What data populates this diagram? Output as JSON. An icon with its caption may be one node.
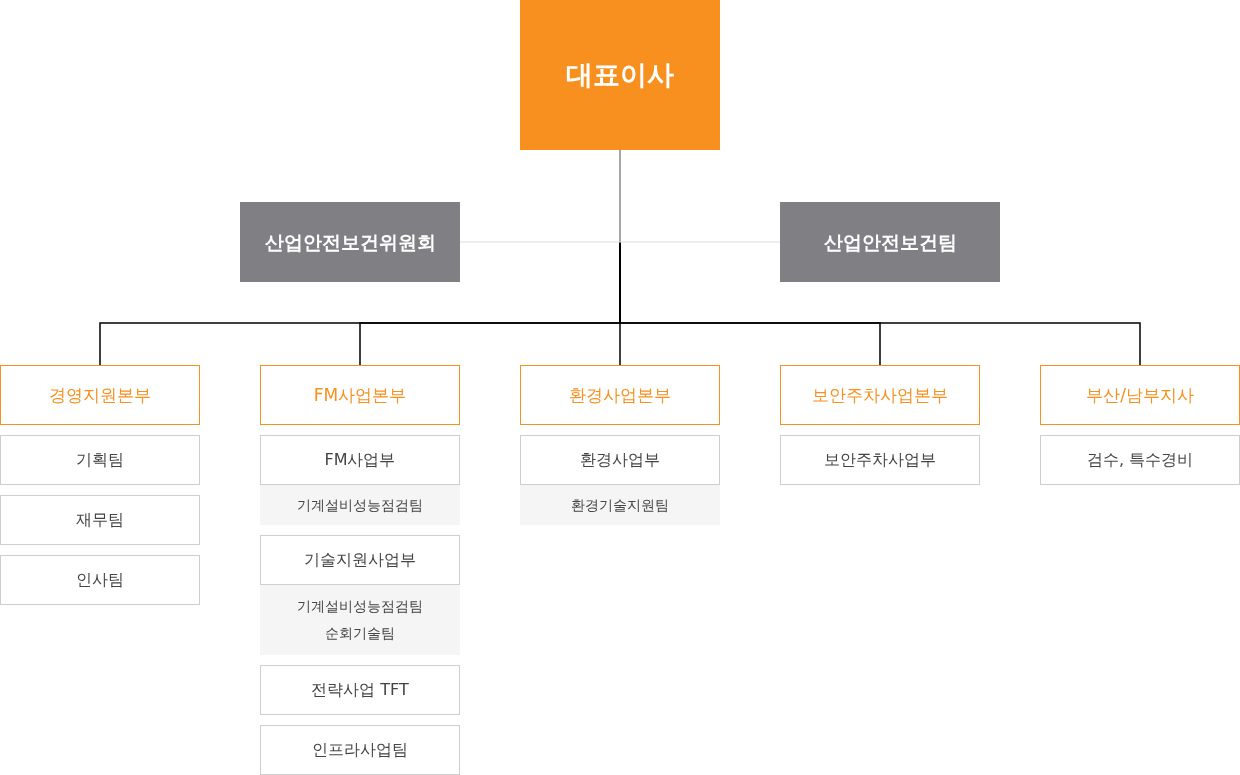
{
  "diagram": {
    "nodes": [
      {
        "text": [
          "대표이사"
        ]
      },
      {
        "text": [
          "산업안전보건위원회"
        ]
      },
      {
        "text": [
          "산업안전보건팀"
        ]
      },
      {
        "text": [
          "경영지원본부"
        ]
      },
      {
        "text": [
          "FM사업본부"
        ]
      },
      {
        "text": [
          "환경사업본부"
        ]
      },
      {
        "text": [
          "보안주차사업본부"
        ]
      },
      {
        "text": [
          "부산/남부지사"
        ]
      },
      {
        "text": [
          "기획팀"
        ]
      },
      {
        "text": [
          "재무팀"
        ]
      },
      {
        "text": [
          "인사팀"
        ]
      },
      {
        "text": [
          "FM사업부"
        ]
      },
      {
        "text": [
          "기계설비성능점검팀"
        ]
      },
      {
        "text": [
          "기술지원사업부"
        ]
      },
      {
        "text": [
          "기계설비성능점검팀",
          "순회기술팀"
        ]
      },
      {
        "text": [
          "전략사업 TFT"
        ]
      },
      {
        "text": [
          "인프라사업팀"
        ]
      },
      {
        "text": [
          "환경사업부"
        ]
      },
      {
        "text": [
          "환경기술지원팀"
        ]
      },
      {
        "text": [
          "보안주차사업부"
        ]
      },
      {
        "text": [
          "검수, 특수경비"
        ]
      }
    ],
    "edges": [
      {
        "from": 0,
        "to": 1,
        "arrow": "none",
        "color": "#dddddd"
      },
      {
        "from": 0,
        "to": 2,
        "arrow": "none",
        "color": "#dddddd"
      },
      {
        "from": 0,
        "to": 3,
        "arrow": "none"
      },
      {
        "from": 0,
        "to": 4,
        "arrow": "none"
      },
      {
        "from": 0,
        "to": 5,
        "arrow": "none"
      },
      {
        "from": 0,
        "to": 6,
        "arrow": "none"
      },
      {
        "from": 0,
        "to": 7,
        "arrow": "none"
      }
    ]
  }
}
